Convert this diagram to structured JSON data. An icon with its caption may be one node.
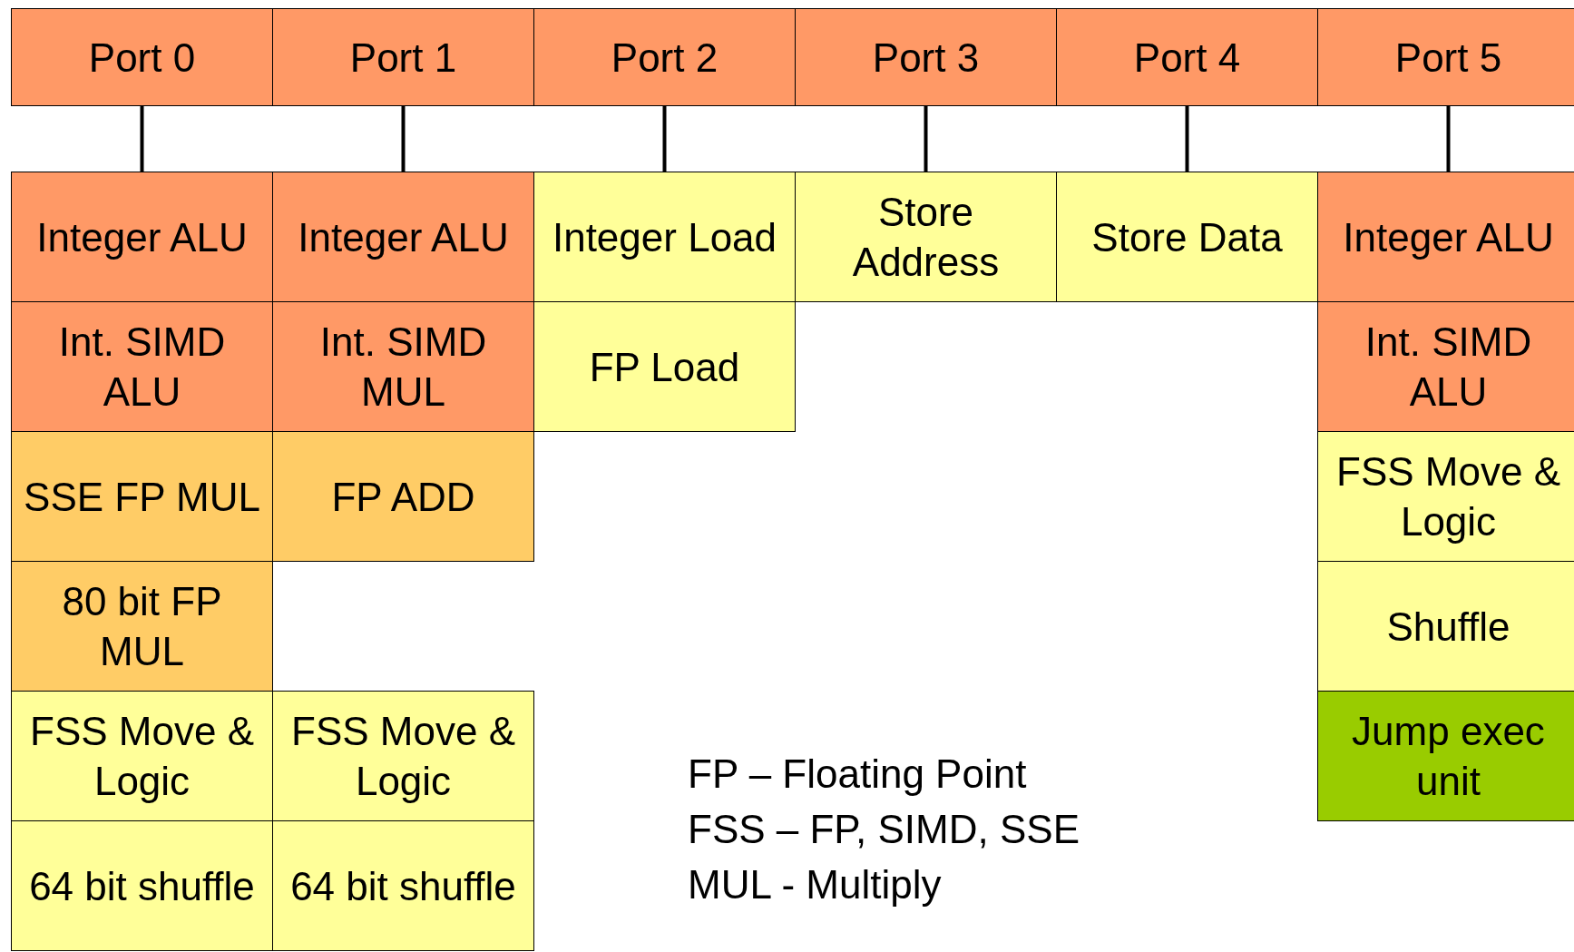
{
  "diagram": {
    "nodes": [
      {
        "text": [
          "Port 0"
        ]
      },
      {
        "text": [
          "Port 1"
        ]
      },
      {
        "text": [
          "Port 2"
        ]
      },
      {
        "text": [
          "Port 3"
        ]
      },
      {
        "text": [
          "Port 4"
        ]
      },
      {
        "text": [
          "Port 5"
        ]
      },
      {
        "text": [
          "Integer ALU"
        ]
      },
      {
        "text": [
          "Integer ALU"
        ]
      },
      {
        "text": [
          "Integer Load"
        ]
      },
      {
        "text": [
          "Store Address"
        ]
      },
      {
        "text": [
          "Store Data"
        ]
      },
      {
        "text": [
          "Integer ALU"
        ]
      },
      {
        "text": [
          "Int. SIMD ALU"
        ]
      },
      {
        "text": [
          "Int. SIMD MUL"
        ]
      },
      {
        "text": [
          "FP Load"
        ]
      },
      {
        "text": [
          "Int. SIMD ALU"
        ]
      },
      {
        "text": [
          "SSE FP MUL"
        ]
      },
      {
        "text": [
          "FP ADD"
        ]
      },
      {
        "text": [
          "FSS Move & Logic"
        ]
      },
      {
        "text": [
          "80 bit FP MUL"
        ]
      },
      {
        "text": [
          "Shuffle"
        ]
      },
      {
        "text": [
          "FSS Move & Logic"
        ]
      },
      {
        "text": [
          "FSS Move & Logic"
        ]
      },
      {
        "text": [
          "Jump exec unit"
        ]
      },
      {
        "text": [
          "64 bit shuffle"
        ]
      },
      {
        "text": [
          "64 bit shuffle"
        ]
      }
    ],
    "edges": [
      {
        "from": 0,
        "to": 6,
        "arrow": "none"
      },
      {
        "from": 1,
        "to": 7,
        "arrow": "none"
      },
      {
        "from": 2,
        "to": 8,
        "arrow": "none"
      },
      {
        "from": 3,
        "to": 9,
        "arrow": "none"
      },
      {
        "from": 4,
        "to": 10,
        "arrow": "none"
      },
      {
        "from": 5,
        "to": 11,
        "arrow": "none"
      }
    ],
    "labels": [
      "FP – Floating Point",
      "FSS – FP, SIMD, SSE",
      "MUL - Multiply"
    ]
  }
}
